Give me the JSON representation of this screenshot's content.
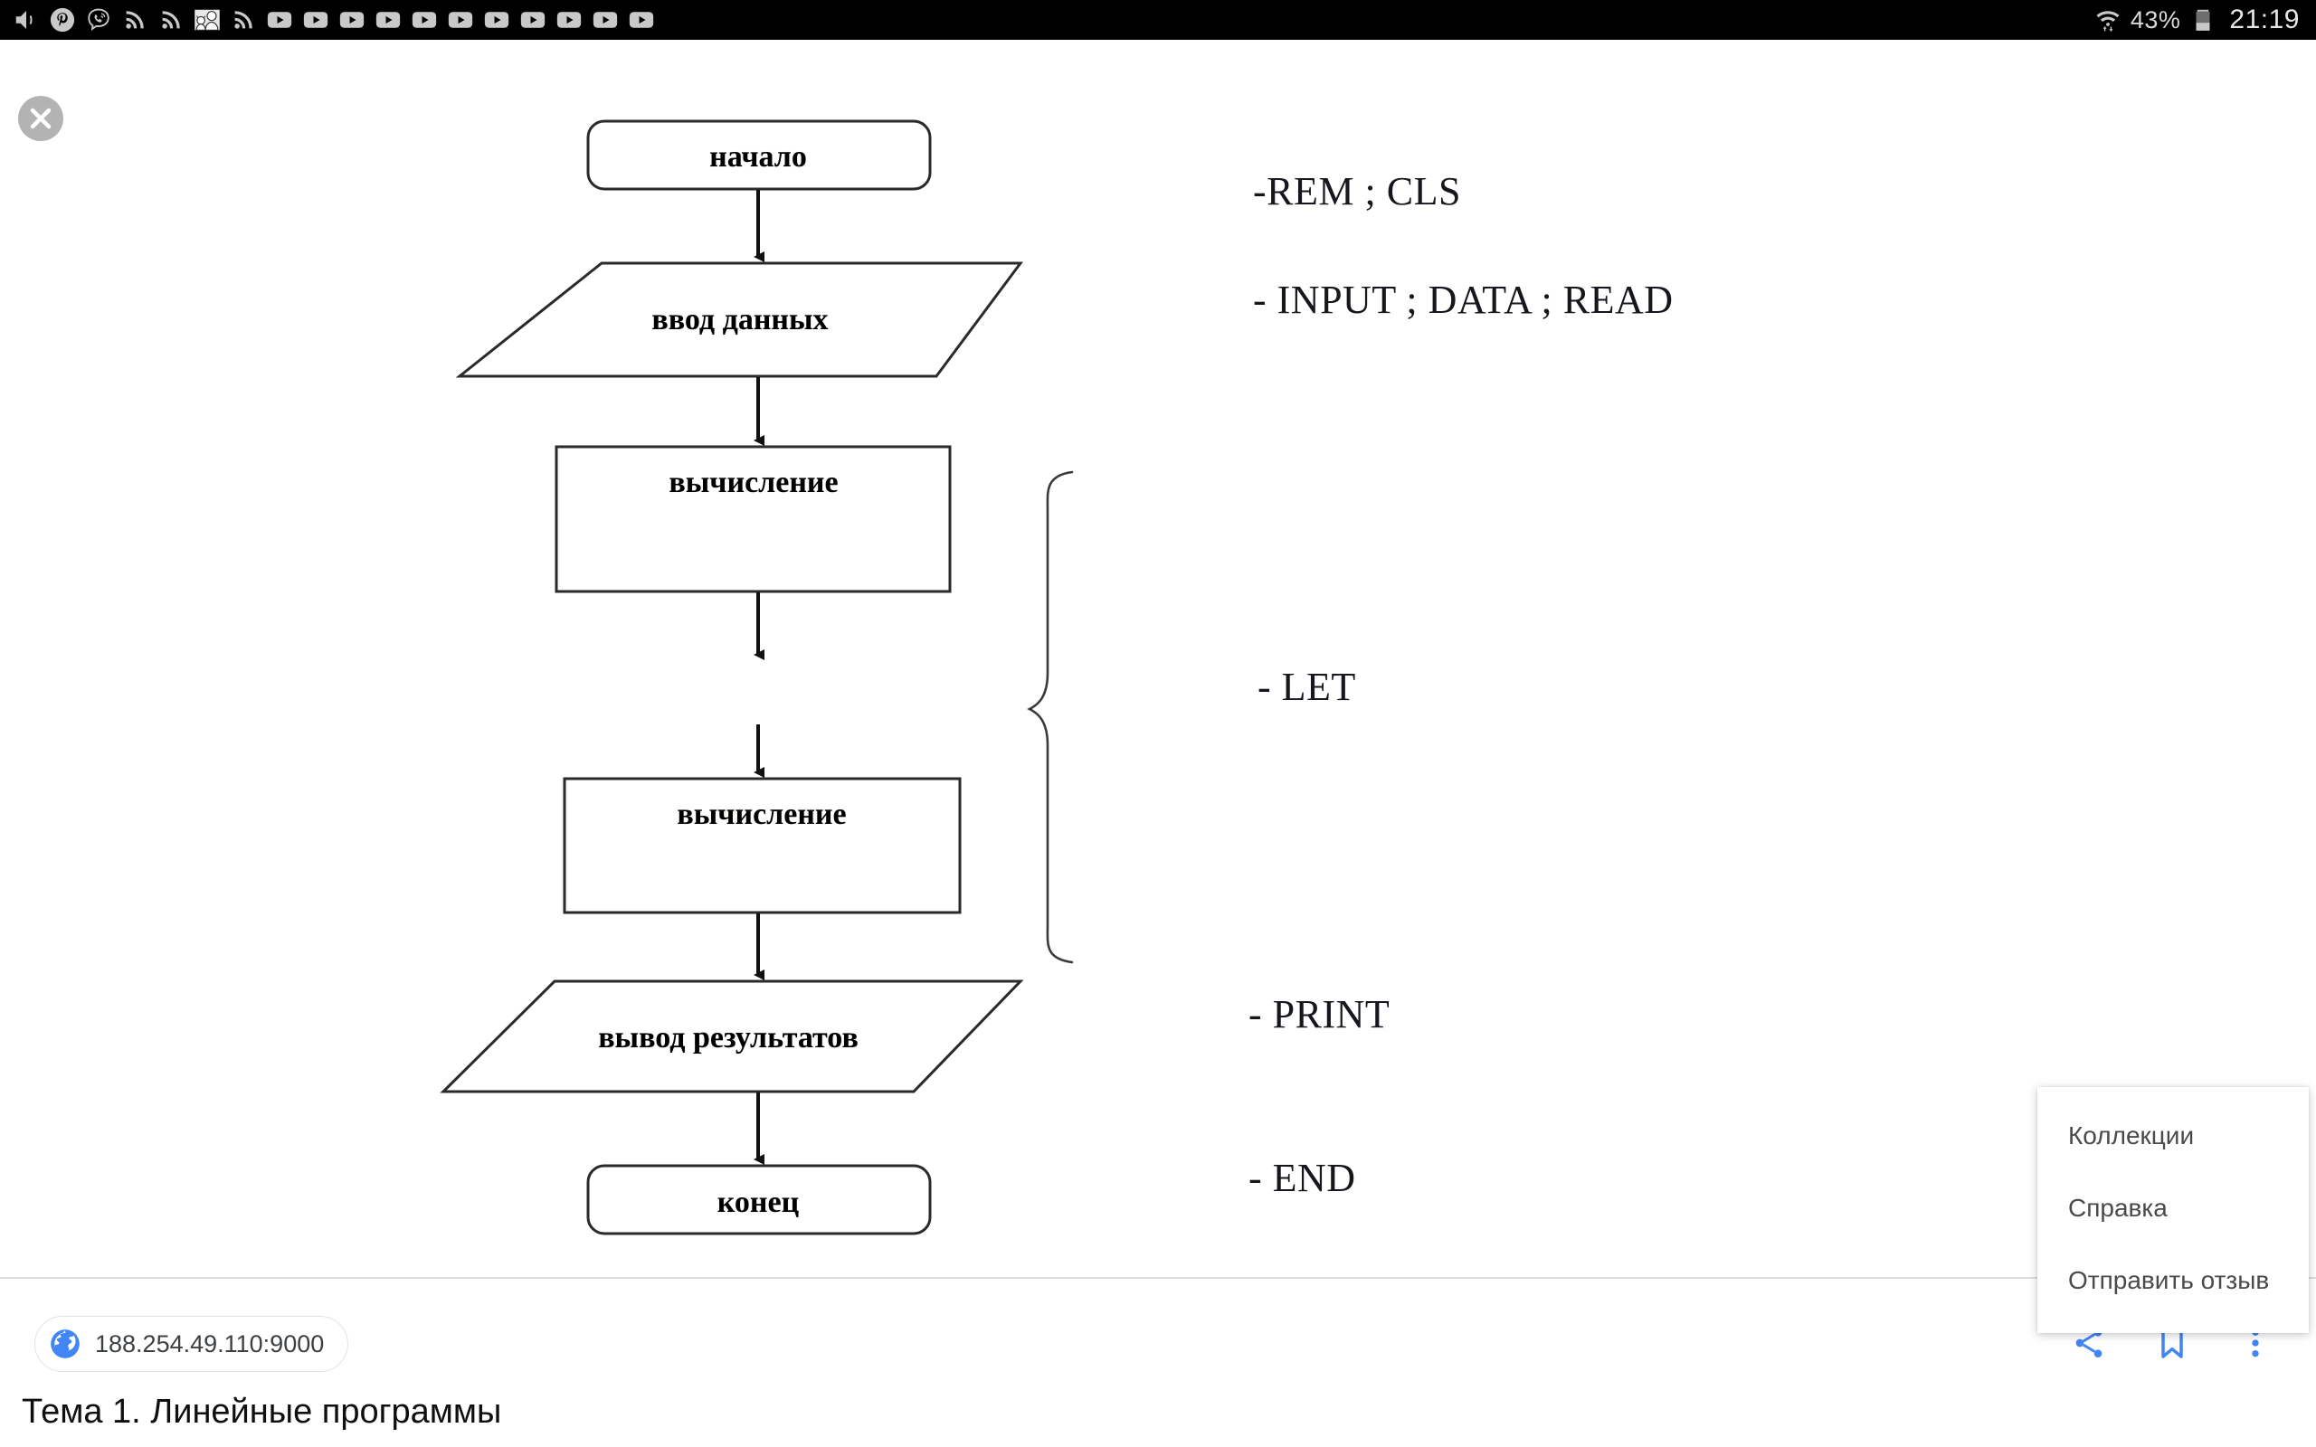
{
  "statusbar": {
    "icons": [
      "volume-icon",
      "pinterest-icon",
      "viber-icon",
      "rss-icon",
      "rss-icon",
      "photo-thumbnail-icon",
      "rss-icon",
      "youtube-icon",
      "youtube-icon",
      "youtube-icon",
      "youtube-icon",
      "youtube-icon",
      "youtube-icon",
      "youtube-icon",
      "youtube-icon",
      "youtube-icon",
      "youtube-icon"
    ],
    "wifi_icon": "wifi-data-icon",
    "battery_percent": "43%",
    "battery_icon": "battery-icon",
    "clock": "21:19"
  },
  "viewer": {
    "close_label": "✕",
    "flowchart": {
      "nodes": [
        {
          "id": "start",
          "shape": "rounded",
          "label": "начало"
        },
        {
          "id": "input",
          "shape": "parallelogram",
          "label": "ввод данных"
        },
        {
          "id": "calc1",
          "shape": "rect",
          "label": "вычисление"
        },
        {
          "id": "calc2",
          "shape": "rect",
          "label": "вычисление"
        },
        {
          "id": "output",
          "shape": "parallelogram",
          "label": "вывод результатов"
        },
        {
          "id": "end",
          "shape": "rounded",
          "label": "конец"
        }
      ],
      "brace": "right-curly-brace"
    },
    "keywords": [
      {
        "text": "-REM  ; CLS"
      },
      {
        "text": "- INPUT ;  DATA ; READ"
      },
      {
        "text": "- LET"
      },
      {
        "text": "- PRINT"
      },
      {
        "text": "- END"
      }
    ]
  },
  "toolbar": {
    "url": "188.254.49.110:9000",
    "globe_icon": "globe-icon",
    "share_icon": "share-icon",
    "bookmark_icon": "bookmark-icon",
    "more_icon": "more-vertical-icon",
    "accent": "#4285f4"
  },
  "caption": "Тема 1. Линейные программы",
  "menu": {
    "items": [
      {
        "label": "Коллекции"
      },
      {
        "label": "Справка"
      },
      {
        "label": "Отправить отзыв"
      }
    ]
  }
}
